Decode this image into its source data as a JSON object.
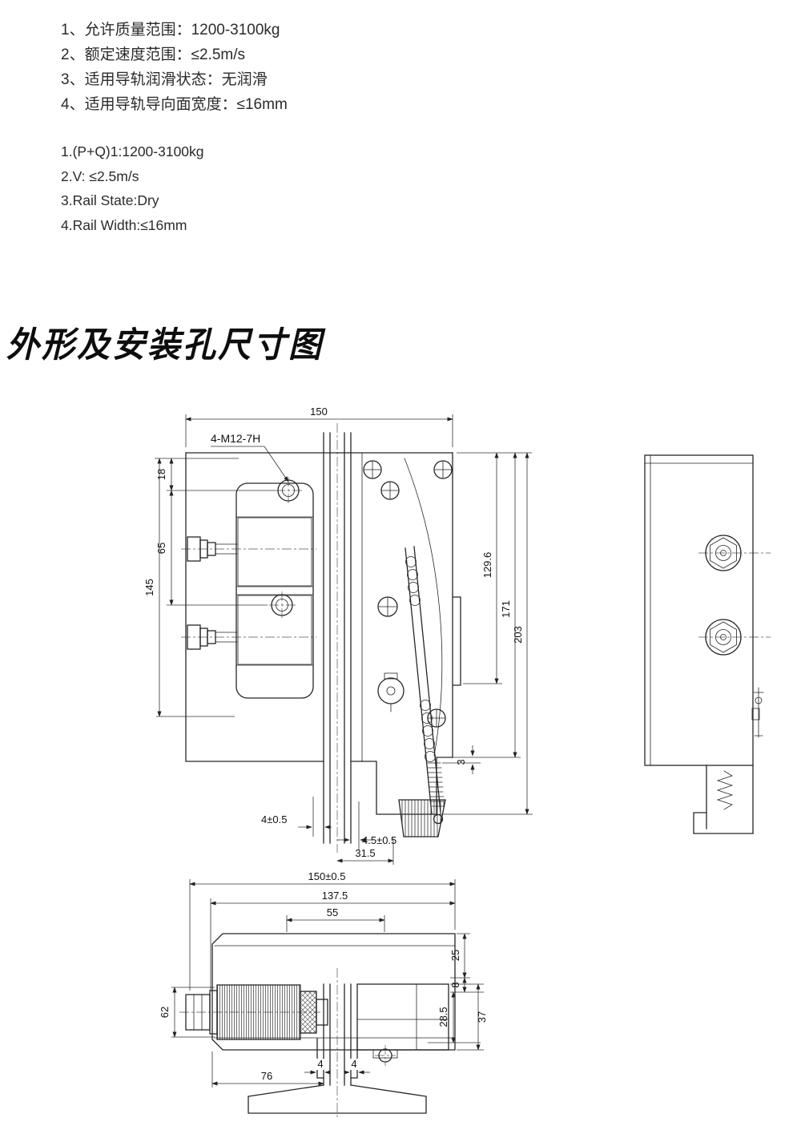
{
  "specs_cn": {
    "items": [
      "1、允许质量范围：1200-3100kg",
      "2、额定速度范围：≤2.5m/s",
      "3、适用导轨润滑状态：无润滑",
      "4、适用导轨导向面宽度：≤16mm"
    ]
  },
  "specs_en": {
    "items": [
      "1.(P+Q)1:1200-3100kg",
      "2.V: ≤2.5m/s",
      "3.Rail State:Dry",
      "4.Rail Width:≤16mm"
    ]
  },
  "section_title": "外形及安装孔尺寸图",
  "drawing": {
    "front": {
      "bolt_label": "4-M12-7H",
      "width": "150",
      "d18": "18",
      "d65": "65",
      "d145": "145",
      "d129_6": "129.6",
      "d171": "171",
      "d203": "203",
      "d3": "3",
      "d4": "4±0.5",
      "d4_5": "4.5±0.5",
      "d31_5": "31.5"
    },
    "bottom": {
      "d150": "150±0.5",
      "d137_5": "137.5",
      "d55": "55",
      "d62": "62",
      "d25": "25",
      "d8": "8",
      "d28_5": "28.5",
      "d37": "37",
      "d76": "76",
      "d4_left": "4",
      "d4_right": "4"
    }
  }
}
